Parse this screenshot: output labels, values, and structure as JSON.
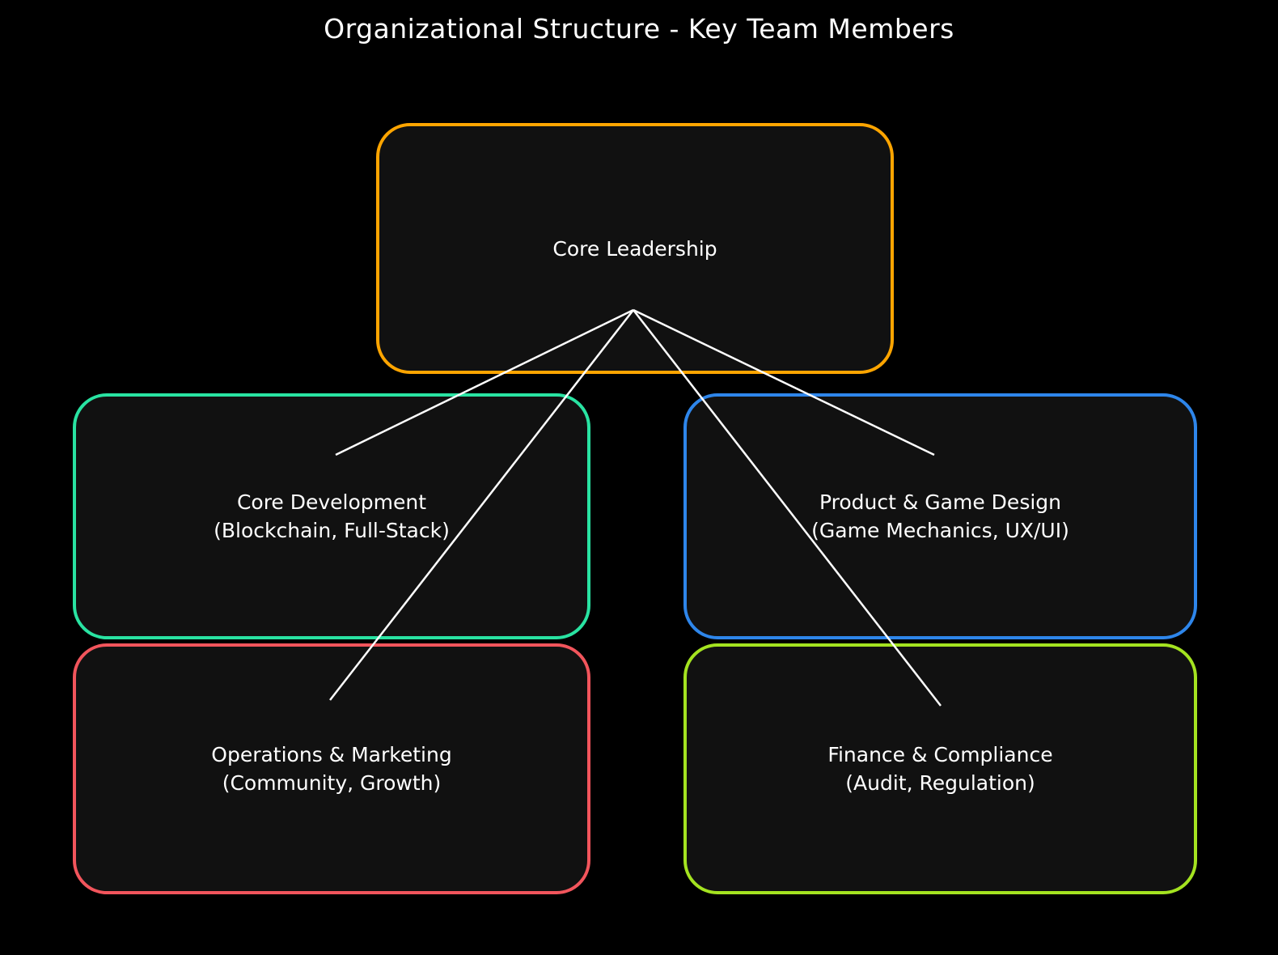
{
  "title": "Organizational Structure - Key Team Members",
  "diagram": {
    "line_color": "#ffffff",
    "background_color": "#000000",
    "nodes": [
      {
        "id": "core-leadership",
        "label": "Core Leadership",
        "sublabel": "",
        "color": "#FFA500"
      },
      {
        "id": "core-development",
        "label": "Core Development",
        "sublabel": "(Blockchain, Full-Stack)",
        "color": "#29E3A2"
      },
      {
        "id": "product-game-design",
        "label": "Product & Game Design",
        "sublabel": "(Game Mechanics, UX/UI)",
        "color": "#2E86EB"
      },
      {
        "id": "operations-marketing",
        "label": "Operations & Marketing",
        "sublabel": "(Community, Growth)",
        "color": "#F2555C"
      },
      {
        "id": "finance-compliance",
        "label": "Finance & Compliance",
        "sublabel": "(Audit, Regulation)",
        "color": "#A4E320"
      }
    ]
  }
}
